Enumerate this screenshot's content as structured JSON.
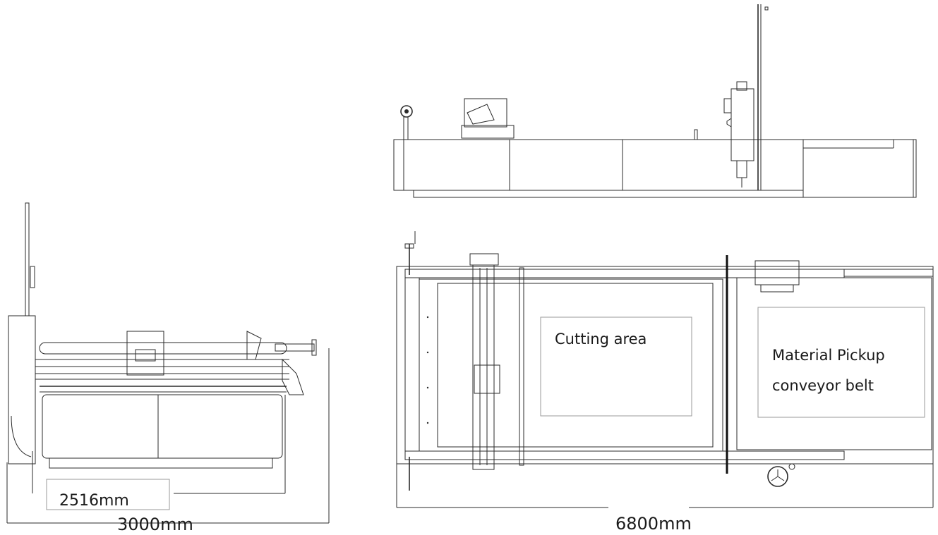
{
  "front_view": {
    "inner_width_label": "2516mm",
    "total_width_label": "3000mm"
  },
  "top_view": {
    "cutting_area_label": "Cutting area",
    "pickup_label_line1": "Material Pickup",
    "pickup_label_line2": "conveyor belt",
    "total_length_label": "6800mm"
  }
}
